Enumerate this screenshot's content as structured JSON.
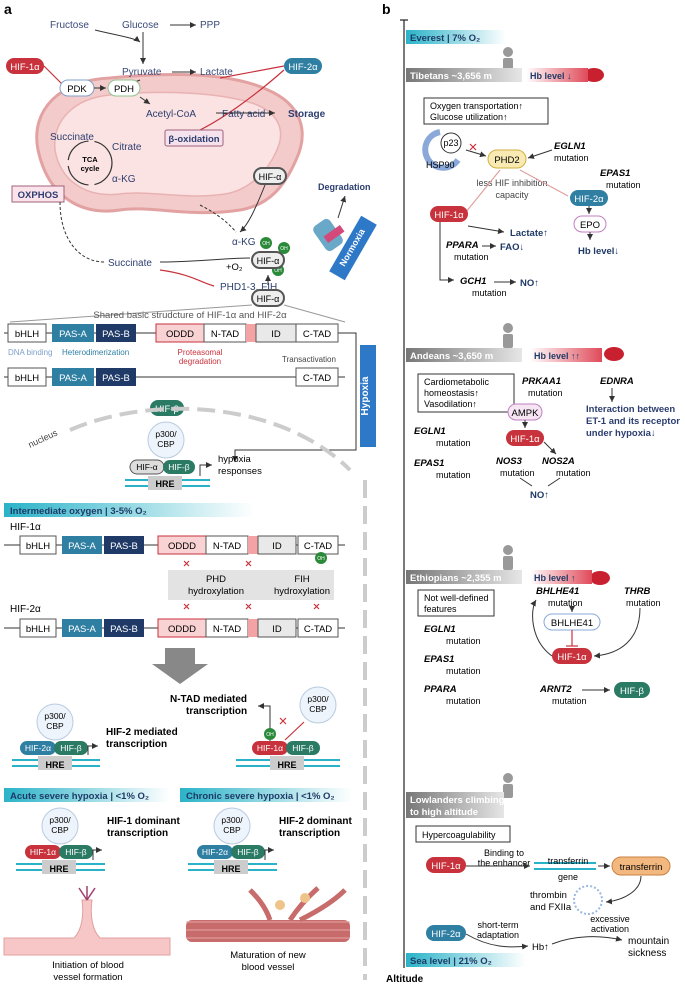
{
  "panel_a": {
    "label": "a",
    "metabolism": {
      "fructose": "Fructose",
      "glucose": "Glucose",
      "ppp": "PPP",
      "pyruvate": "Pyruvate",
      "lactate": "Lactate",
      "pdk": "PDK",
      "pdh": "PDH",
      "acetyl_coa": "Acetyl-CoA",
      "fatty_acid": "Fatty acid",
      "storage": "Storage",
      "beta_ox": "β-oxidation",
      "succinate": "Succinate",
      "citrate": "Citrate",
      "akg": "α-KG",
      "tca1": "TCA",
      "tca2": "cycle",
      "oxphos": "OXPHOS",
      "hif1a": "HIF-1α",
      "hif2a": "HIF-2α"
    },
    "regulation": {
      "hif_a_top": "HIF-α",
      "degradation": "Degradation",
      "normoxia": "Normoxia",
      "akg": "α-KG",
      "o2": "+O₂",
      "succinate": "Succinate",
      "phd": "PHD1-3, FIH",
      "hif_a_mid": "HIF-α",
      "hif_a_bot": "HIF-α",
      "oh": "OH"
    },
    "domains": {
      "shared_title": "Shared basic strudcture of HIF-1α and HIF-2α",
      "bhlh": "bHLH",
      "pas_a": "PAS-A",
      "pas_b": "PAS-B",
      "oddd": "ODDD",
      "ntad": "N-TAD",
      "id": "ID",
      "ctad": "C-TAD",
      "dna_binding": "DNA binding",
      "heterodimerization": "Heterodimerization",
      "proteasomal1": "Proteasomal",
      "proteasomal2": "degradation",
      "transactivation": "Transactivation",
      "hypoxia": "Hypoxia",
      "hif_b": "HIF-β",
      "nucleus": "nucleus"
    },
    "complex_top": {
      "p300": "p300/",
      "cbp": "CBP",
      "hif_a": "HIF-α",
      "hif_b": "HIF-β",
      "hre": "HRE",
      "resp1": "hypoxia",
      "resp2": "responses"
    },
    "intermediate": {
      "banner": "Intermediate oxygen | 3-5% O₂",
      "hif1a": "HIF-1α",
      "hif2a": "HIF-2α",
      "phd1": "PHD",
      "phd2": "hydroxylation",
      "fih1": "FIH",
      "fih2": "hydroxylation",
      "ntad_med1": "N-TAD mediated",
      "ntad_med2": "transcription",
      "hif2_med1": "HIF-2 mediated",
      "hif2_med2": "transcription",
      "p300": "p300/",
      "cbp": "CBP",
      "hif2a_s": "HIF-2α",
      "hif1a_s": "HIF-1α",
      "hif_b": "HIF-β",
      "hre": "HRE",
      "oh": "OH"
    },
    "acute": {
      "banner": "Acute severe hypoxia | <1% O₂",
      "p300": "p300/",
      "cbp": "CBP",
      "hif1a": "HIF-1α",
      "hif_b": "HIF-β",
      "hre": "HRE",
      "t1": "HIF-1 dominant",
      "t2": "transcription",
      "cap1": "Initiation of blood",
      "cap2": "vessel formation"
    },
    "chronic": {
      "banner": "Chronic severe hypoxia | <1% O₂",
      "p300": "p300/",
      "cbp": "CBP",
      "hif2a": "HIF-2α",
      "hif_b": "HIF-β",
      "hre": "HRE",
      "t1": "HIF-2 dominant",
      "t2": "transcription",
      "cap1": "Maturation of new",
      "cap2": "blood vessel"
    }
  },
  "panel_b": {
    "label": "b",
    "everest": "Everest | 7% O₂",
    "sea_level": "Sea level | 21% O₂",
    "altitude": "Altitude",
    "tibetans": {
      "title": "Tibetans ~3,656 m",
      "hb": "Hb level ↓",
      "box1": "Oxygen transportation↑",
      "box2": "Glucose utilization↑",
      "p23": "p23",
      "hsp90": "HSP90",
      "phd2": "PHD2",
      "egln1": "EGLN1",
      "epas1": "EPAS1",
      "mutation": "mutation",
      "less1": "less HIF inhibition",
      "less2": "capacity",
      "hif1a": "HIF-1α",
      "hif2a": "HIF-2α",
      "epo": "EPO",
      "lactate": "Lactate↑",
      "ppara": "PPARA",
      "fao": "FAO↓",
      "hbdown": "Hb level↓",
      "gch1": "GCH1",
      "no": "NO↑"
    },
    "andeans": {
      "title": "Andeans ~3,650 m",
      "hb": "Hb level ↑↑",
      "box1": "Cardiometabolic",
      "box2": "homeostasis↑",
      "box3": "Vasodilation↑",
      "prkaa1": "PRKAA1",
      "ednra": "EDNRA",
      "ampk": "AMPK",
      "hif1a": "HIF-1α",
      "egln1": "EGLN1",
      "epas1": "EPAS1",
      "nos3": "NOS3",
      "nos2a": "NOS2A",
      "mutation": "mutation",
      "no": "NO↑",
      "int1": "Interaction between",
      "int2": "ET-1 and its receptor",
      "int3": "under hypoxia↓"
    },
    "ethiopians": {
      "title": "Ethiopians ~2,355 m",
      "hb": "Hb level ↑",
      "box1": "Not well-defined",
      "box2": "features",
      "egln1": "EGLN1",
      "epas1": "EPAS1",
      "ppara": "PPARA",
      "mutation": "mutation",
      "bhlhe41": "BHLHE41",
      "thrb": "THRB",
      "bhlhe41_p": "BHLHE41",
      "hif1a": "HIF-1α",
      "arnt2": "ARNT2",
      "hif_b": "HIF-β"
    },
    "lowlanders": {
      "title1": "Lowlanders climbing",
      "title2": "to high altitude",
      "box": "Hypercoagulability",
      "hif1a": "HIF-1α",
      "bind1": "Binding to",
      "bind2": "the enhancer",
      "tf_gene1": "transferrin",
      "tf_gene2": "gene",
      "transferrin": "transferrin",
      "thrombin1": "thrombin",
      "thrombin2": "and FXIIa",
      "hif2a": "HIF-2α",
      "short1": "short-term",
      "short2": "adaptation",
      "hb": "Hb↑",
      "exc1": "excessive",
      "exc2": "activation",
      "ms1": "mountain",
      "ms2": "sickness"
    }
  },
  "colors": {
    "hif1a": "#c8323c",
    "hif2a": "#2f7fa3",
    "hifb": "#2a7a64",
    "navy": "#2c3e70",
    "cyan": "#2ab3c8"
  }
}
